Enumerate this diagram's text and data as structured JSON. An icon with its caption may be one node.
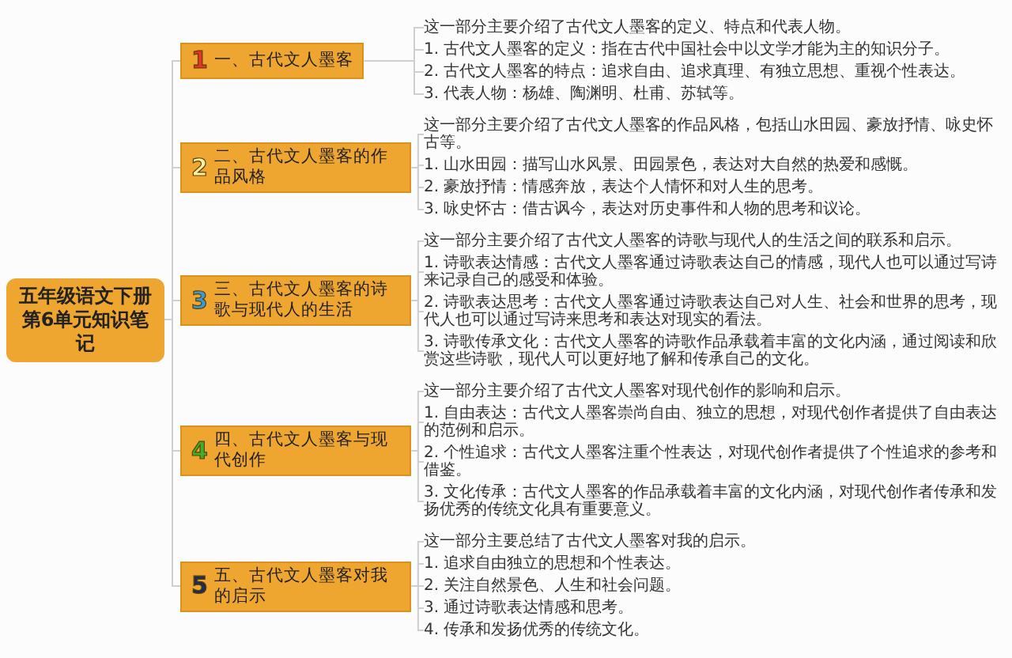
{
  "diagram": {
    "nodes": [
      {
        "text": [
          "五年级语文下册第6单元知识笔记"
        ]
      },
      {
        "text": [
          "1",
          "一、古代文人墨客"
        ]
      },
      {
        "text": [
          "这一部分主要介绍了古代文人墨客的定义、特点和代表人物。"
        ]
      },
      {
        "text": [
          "1. 古代文人墨客的定义：指在古代中国社会中以文学才能为主的知识分子。"
        ]
      },
      {
        "text": [
          "2. 古代文人墨客的特点：追求自由、追求真理、有独立思想、重视个性表达。"
        ]
      },
      {
        "text": [
          "3. 代表人物：杨雄、陶渊明、杜甫、苏轼等。"
        ]
      },
      {
        "text": [
          "2",
          "二、古代文人墨客的作品风格"
        ]
      },
      {
        "text": [
          "这一部分主要介绍了古代文人墨客的作品风格，包括山水田园、豪放抒情、咏史怀古等。"
        ]
      },
      {
        "text": [
          "1. 山水田园：描写山水风景、田园景色，表达对大自然的热爱和感慨。"
        ]
      },
      {
        "text": [
          "2. 豪放抒情：情感奔放，表达个人情怀和对人生的思考。"
        ]
      },
      {
        "text": [
          "3. 咏史怀古：借古讽今，表达对历史事件和人物的思考和议论。"
        ]
      },
      {
        "text": [
          "3",
          "三、古代文人墨客的诗歌与现代人的生活"
        ]
      },
      {
        "text": [
          "这一部分主要介绍了古代文人墨客的诗歌与现代人的生活之间的联系和启示。"
        ]
      },
      {
        "text": [
          "1. 诗歌表达情感：古代文人墨客通过诗歌表达自己的情感，现代人也可以通过写诗来记录自己的感受和体验。"
        ]
      },
      {
        "text": [
          "2. 诗歌表达思考：古代文人墨客通过诗歌表达自己对人生、社会和世界的思考，现代人也可以通过写诗来思考和表达对现实的看法。"
        ]
      },
      {
        "text": [
          "3. 诗歌传承文化：古代文人墨客的诗歌作品承载着丰富的文化内涵，通过阅读和欣赏这些诗歌，现代人可以更好地了解和传承自己的文化。"
        ]
      },
      {
        "text": [
          "4",
          "四、古代文人墨客与现代创作"
        ]
      },
      {
        "text": [
          "这一部分主要介绍了古代文人墨客对现代创作的影响和启示。"
        ]
      },
      {
        "text": [
          "1. 自由表达：古代文人墨客崇尚自由、独立的思想，对现代创作者提供了自由表达的范例和启示。"
        ]
      },
      {
        "text": [
          "2. 个性追求：古代文人墨客注重个性表达，对现代创作者提供了个性追求的参考和借鉴。"
        ]
      },
      {
        "text": [
          "3. 文化传承：古代文人墨客的作品承载着丰富的文化内涵，对现代创作者传承和发扬优秀的传统文化具有重要意义。"
        ]
      },
      {
        "text": [
          "5",
          "五、古代文人墨客对我的启示"
        ]
      },
      {
        "text": [
          "这一部分主要总结了古代文人墨客对我的启示。"
        ]
      },
      {
        "text": [
          "1. 追求自由独立的思想和个性表达。"
        ]
      },
      {
        "text": [
          "2. 关注自然景色、人生和社会问题。"
        ]
      },
      {
        "text": [
          "3. 通过诗歌表达情感和思考。"
        ]
      },
      {
        "text": [
          "4. 传承和发扬优秀的传统文化。"
        ]
      }
    ],
    "edges": [
      {
        "from": 0,
        "to": 1,
        "arrow": "none"
      },
      {
        "from": 0,
        "to": 6,
        "arrow": "none"
      },
      {
        "from": 0,
        "to": 11,
        "arrow": "none"
      },
      {
        "from": 0,
        "to": 16,
        "arrow": "none"
      },
      {
        "from": 0,
        "to": 21,
        "arrow": "none"
      },
      {
        "from": 1,
        "to": 2,
        "arrow": "none"
      },
      {
        "from": 1,
        "to": 3,
        "arrow": "none"
      },
      {
        "from": 1,
        "to": 4,
        "arrow": "none"
      },
      {
        "from": 1,
        "to": 5,
        "arrow": "none"
      },
      {
        "from": 6,
        "to": 7,
        "arrow": "none"
      },
      {
        "from": 6,
        "to": 8,
        "arrow": "none"
      },
      {
        "from": 6,
        "to": 9,
        "arrow": "none"
      },
      {
        "from": 6,
        "to": 10,
        "arrow": "none"
      },
      {
        "from": 11,
        "to": 12,
        "arrow": "none"
      },
      {
        "from": 11,
        "to": 13,
        "arrow": "none"
      },
      {
        "from": 11,
        "to": 14,
        "arrow": "none"
      },
      {
        "from": 11,
        "to": 15,
        "arrow": "none"
      },
      {
        "from": 16,
        "to": 17,
        "arrow": "none"
      },
      {
        "from": 16,
        "to": 18,
        "arrow": "none"
      },
      {
        "from": 16,
        "to": 19,
        "arrow": "none"
      },
      {
        "from": 16,
        "to": 20,
        "arrow": "none"
      },
      {
        "from": 21,
        "to": 22,
        "arrow": "none"
      },
      {
        "from": 21,
        "to": 23,
        "arrow": "none"
      },
      {
        "from": 21,
        "to": 24,
        "arrow": "none"
      },
      {
        "from": 21,
        "to": 25,
        "arrow": "none"
      },
      {
        "from": 21,
        "to": 26,
        "arrow": "none"
      }
    ]
  }
}
